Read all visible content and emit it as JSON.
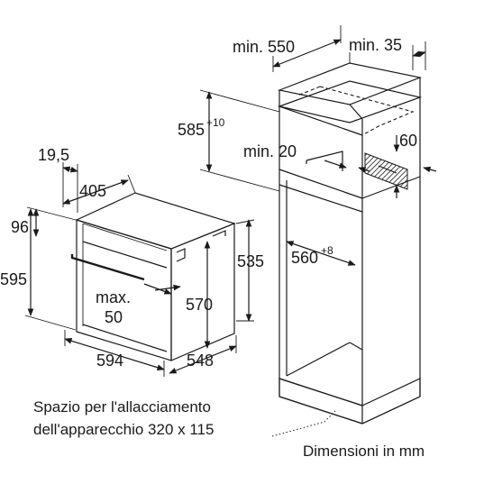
{
  "dimensions": {
    "min_550": "min. 550",
    "min_35": "min. 35",
    "d585": "585",
    "d585_tol": "+10",
    "min_20": "min. 20",
    "d60": "60",
    "d19_5": "19,5",
    "d405": "405",
    "d96": "96",
    "d595": "595",
    "d535": "535",
    "d560": "560",
    "d560_tol": "+8",
    "max": "max.",
    "d50": "50",
    "d570": "570",
    "d594": "594",
    "d548": "548"
  },
  "captions": {
    "connection_line1": "Spazio per l'allacciamento",
    "connection_line2": "dell'apparecchio 320 x 115",
    "units": "Dimensioni in mm"
  }
}
